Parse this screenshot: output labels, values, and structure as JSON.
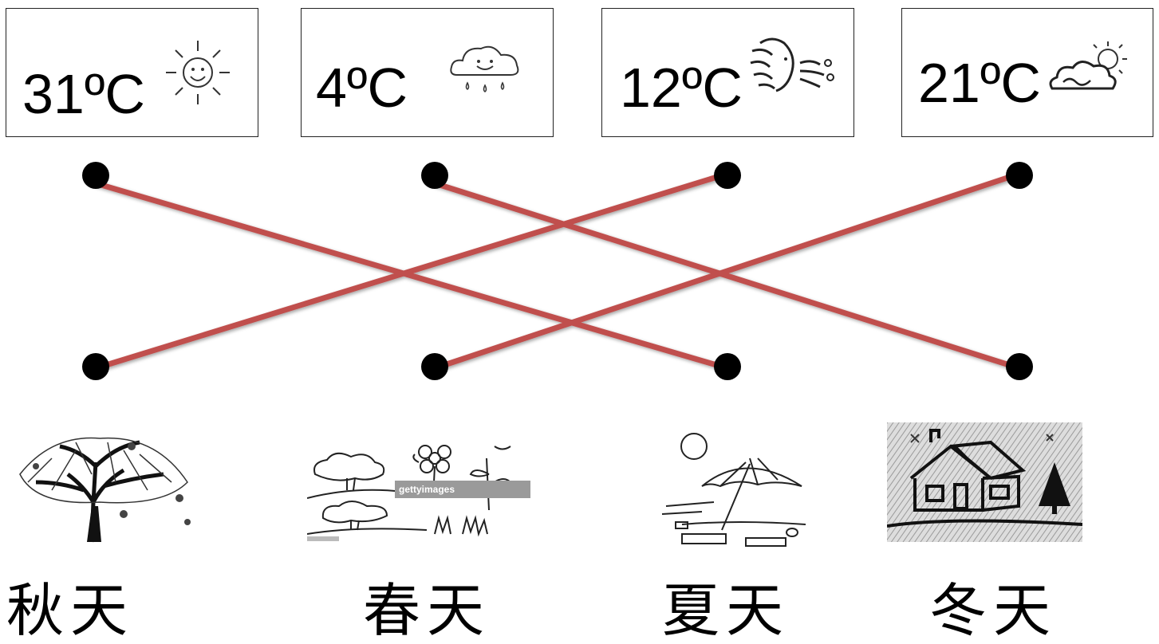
{
  "temperatures": [
    {
      "label": "31ºC",
      "icon": "sun-icon"
    },
    {
      "label": "4ºC",
      "icon": "rain-cloud-icon"
    },
    {
      "label": "12ºC",
      "icon": "wind-face-icon"
    },
    {
      "label": "21ºC",
      "icon": "sun-behind-cloud-icon"
    }
  ],
  "seasons": [
    {
      "label": "秋天",
      "image": "autumn-tree-image"
    },
    {
      "label": "春天",
      "image": "spring-flowers-image"
    },
    {
      "label": "夏天",
      "image": "summer-beach-image"
    },
    {
      "label": "冬天",
      "image": "winter-house-image"
    }
  ],
  "connections": [
    {
      "from_temperature": "31ºC",
      "to_season": "夏天"
    },
    {
      "from_temperature": "4ºC",
      "to_season": "冬天"
    },
    {
      "from_temperature": "12ºC",
      "to_season": "秋天"
    },
    {
      "from_temperature": "21ºC",
      "to_season": "春天"
    }
  ],
  "colors": {
    "line": "#c0504d",
    "dot": "#000000"
  }
}
